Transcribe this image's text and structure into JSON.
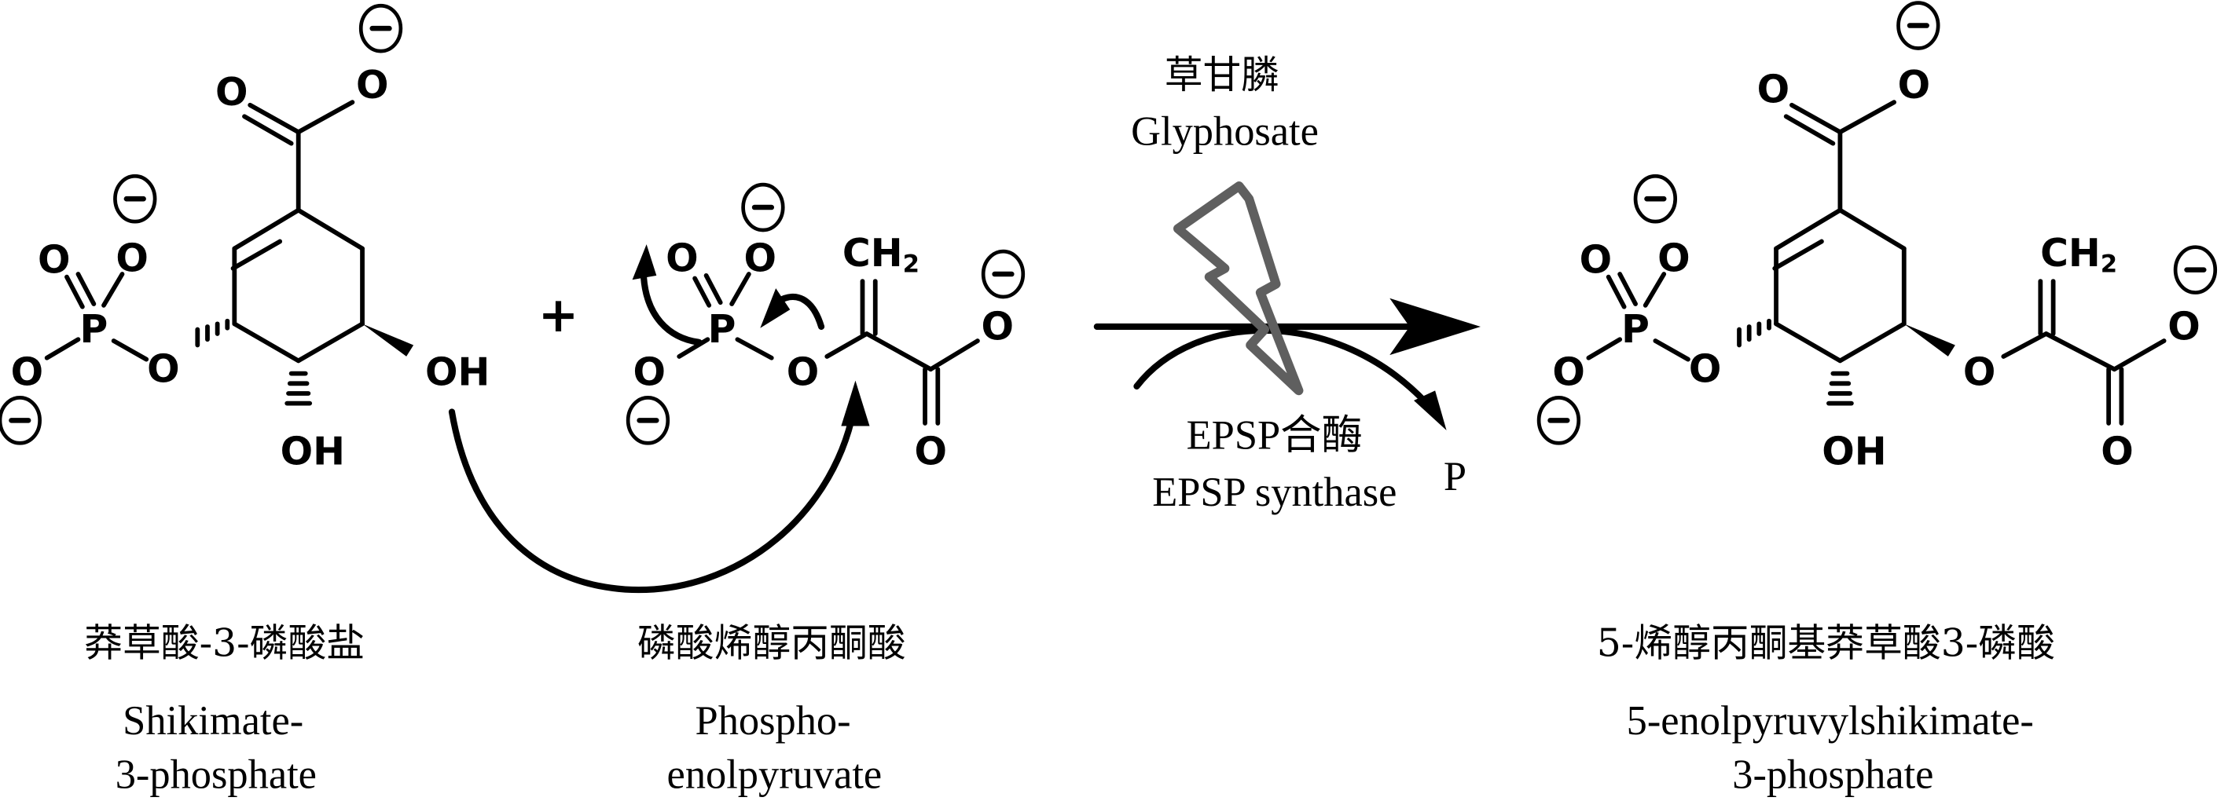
{
  "figure": {
    "title": "EPSP synthase reaction inhibited by glyphosate",
    "plus_sign": "+",
    "inhibitor": {
      "name_cn": "草甘膦",
      "name_en": "Glyphosate",
      "icon": "lightning-bolt-icon",
      "color": "#5f5f5f"
    },
    "enzyme": {
      "name_cn": "EPSP合酶",
      "name_en": "EPSP synthase"
    },
    "byproduct": "P",
    "substrate_1": {
      "name_cn": "莽草酸-3-磷酸盐",
      "name_en_line1": "Shikimate-",
      "name_en_line2": "3-phosphate",
      "atoms": {
        "carboxyl_o_double": "O",
        "carboxyl_o_single": "O",
        "phosphate_p": "P",
        "phosphate_o_top_left": "O",
        "phosphate_o_top_right": "O",
        "phosphate_o_left": "O",
        "ester_o": "O",
        "hydroxyl_bottom": "OH",
        "hydroxyl_right": "OH"
      },
      "charge_symbol": "−"
    },
    "substrate_2": {
      "name_cn": "磷酸烯醇丙酮酸",
      "name_en_line1": "Phospho-",
      "name_en_line2": "enolpyruvate",
      "atoms": {
        "phosphate_p": "P",
        "phosphate_o_top_left": "O",
        "phosphate_o_top_right": "O",
        "phosphate_o_left": "O",
        "ester_o": "O",
        "methylene": "CH",
        "methylene_sub": "2",
        "carboxyl_o_single": "O",
        "carboxyl_o_double": "O"
      }
    },
    "product": {
      "name_cn": "5-烯醇丙酮基莽草酸3-磷酸",
      "name_en_line1": "5-enolpyruvylshikimate-",
      "name_en_line2": "3-phosphate",
      "atoms": {
        "carboxyl_o_double": "O",
        "carboxyl_o_single": "O",
        "phosphate_p": "P",
        "phosphate_o_top_left": "O",
        "phosphate_o_top_right": "O",
        "phosphate_o_left": "O",
        "ester_o_left": "O",
        "hydroxyl_bottom": "OH",
        "ester_o_right": "O",
        "methylene": "CH",
        "methylene_sub": "2",
        "pyruvyl_o_single": "O",
        "pyruvyl_o_double": "O"
      }
    }
  }
}
